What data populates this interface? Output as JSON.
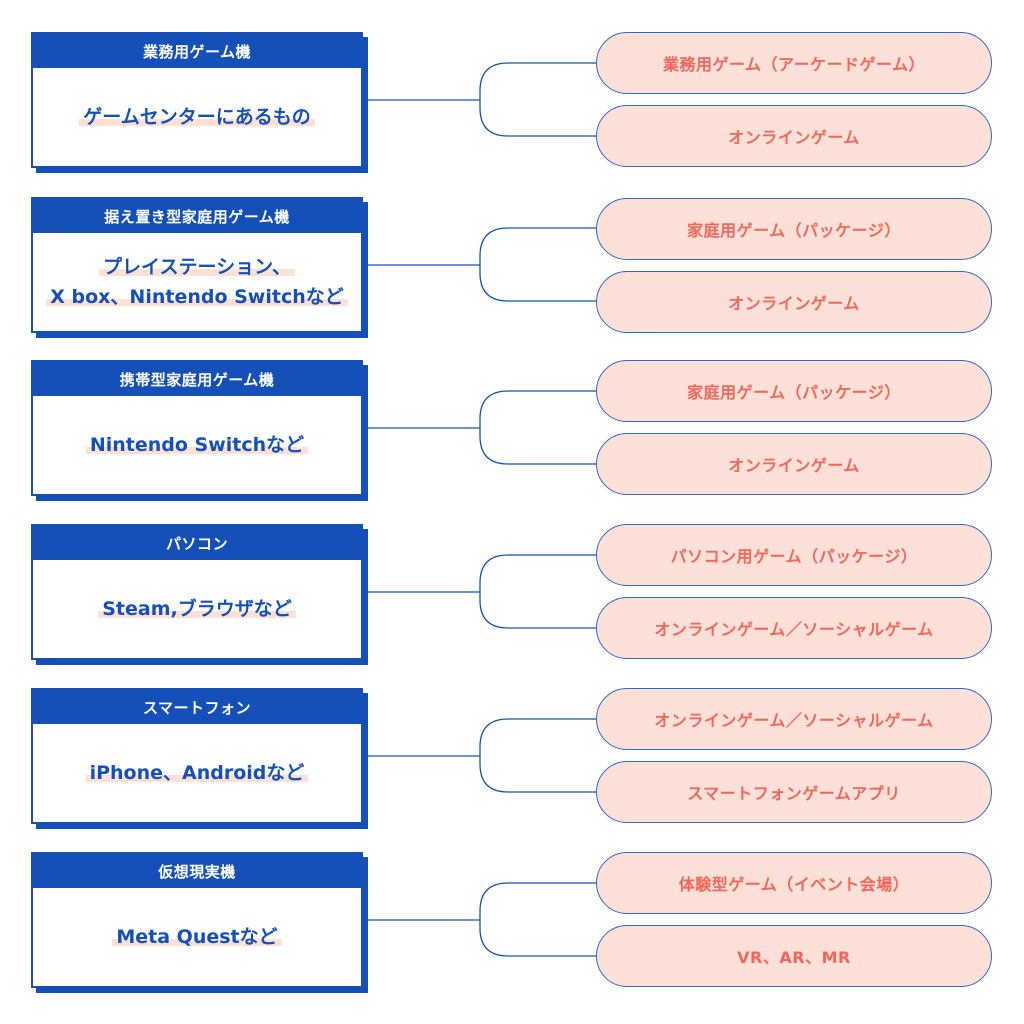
{
  "rows": [
    {
      "header": "業務用ゲーム機",
      "example_lines": [
        "ゲームセンターにあるもの"
      ],
      "games": [
        "業務用ゲーム（アーケードゲーム）",
        "オンラインゲーム"
      ]
    },
    {
      "header": "据え置き型家庭用ゲーム機",
      "example_lines": [
        "プレイステーション、",
        "X box、Nintendo Switchなど"
      ],
      "games": [
        "家庭用ゲーム（パッケージ）",
        "オンラインゲーム"
      ]
    },
    {
      "header": "携帯型家庭用ゲーム機",
      "example_lines": [
        "Nintendo Switchなど"
      ],
      "games": [
        "家庭用ゲーム（パッケージ）",
        "オンラインゲーム"
      ]
    },
    {
      "header": "パソコン",
      "example_lines": [
        "Steam,ブラウザなど"
      ],
      "games": [
        "パソコン用ゲーム（パッケージ）",
        "オンラインゲーム／ソーシャルゲーム"
      ]
    },
    {
      "header": "スマートフォン",
      "example_lines": [
        "iPhone、Androidなど"
      ],
      "games": [
        "オンラインゲーム／ソーシャルゲーム",
        "スマートフォンゲームアプリ"
      ]
    },
    {
      "header": "仮想現実機",
      "example_lines": [
        "Meta Questなど"
      ],
      "games": [
        "体験型ゲーム（イベント会場）",
        "VR、AR、MR"
      ]
    }
  ],
  "colors": {
    "primary_blue": "#1450b8",
    "pill_fill": "#fde0d8",
    "pill_text": "#f2665a",
    "highlight": "#fde0d6"
  }
}
